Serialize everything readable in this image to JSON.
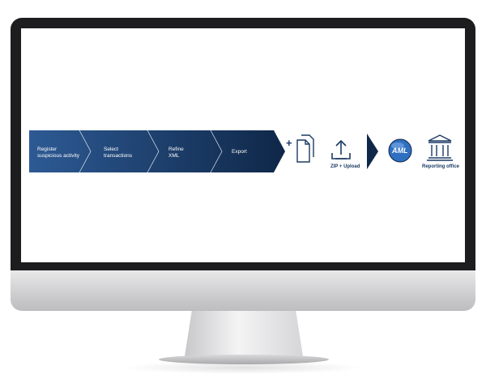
{
  "steps": [
    {
      "line1": "Register",
      "line2": "suspicious activity"
    },
    {
      "line1": "Select",
      "line2": "transactions"
    },
    {
      "line1": "Refine",
      "line2": "XML"
    },
    {
      "line1": "Export",
      "line2": ""
    }
  ],
  "plus": "+",
  "upload_label": "ZIP + Upload",
  "aml_logo_text": "AML",
  "reporting_label": "Reporting office",
  "colors": {
    "chevron_start": "#2d5a94",
    "chevron_end": "#0f2748",
    "icon": "#1b3a63"
  }
}
